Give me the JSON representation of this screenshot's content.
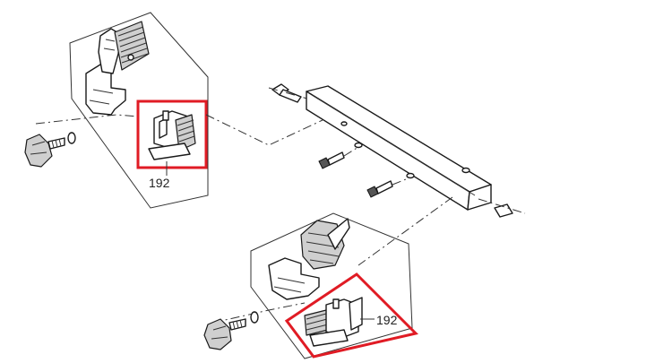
{
  "diagram": {
    "callouts": [
      {
        "id": "upper",
        "text": "192"
      },
      {
        "id": "lower",
        "text": "192"
      }
    ],
    "colors": {
      "highlight": "#e01b24",
      "line": "#222222",
      "background": "#ffffff"
    }
  }
}
